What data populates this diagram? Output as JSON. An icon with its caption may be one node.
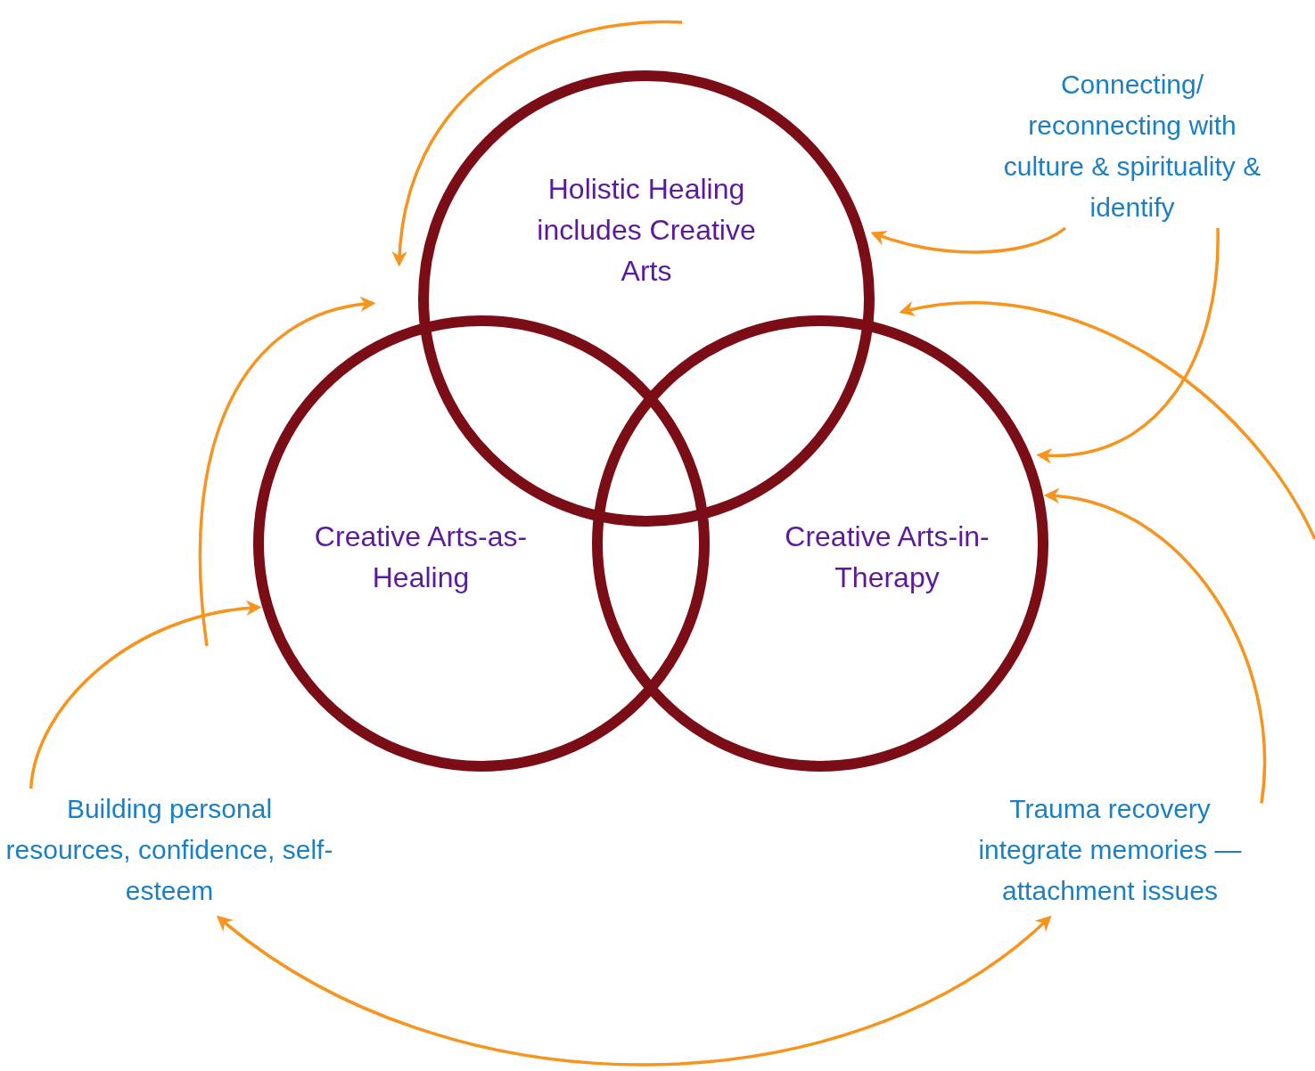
{
  "diagram": {
    "nodes": [
      {
        "text": [
          "Holistic Healing includes Creative Arts"
        ]
      },
      {
        "text": [
          "Creative Arts-as-Healing"
        ]
      },
      {
        "text": [
          "Creative Arts-in-Therapy"
        ]
      },
      {
        "text": [
          "Connecting/ reconnecting with culture & spirituality & identify"
        ]
      },
      {
        "text": [
          "Building personal resources, confidence, self-esteem"
        ]
      },
      {
        "text": [
          "Trauma recovery integrate memories — attachment issues"
        ]
      }
    ],
    "edges": [
      {
        "from": null,
        "to": 0,
        "arrow": "to"
      },
      {
        "from": 3,
        "to": 0,
        "arrow": "to"
      },
      {
        "from": 3,
        "to": 2,
        "arrow": "to"
      },
      {
        "from": null,
        "to": 0,
        "arrow": "to"
      },
      {
        "from": 5,
        "to": 2,
        "arrow": "to"
      },
      {
        "from": 4,
        "to": 1,
        "arrow": "to"
      },
      {
        "from": null,
        "to": 0,
        "arrow": "to"
      },
      {
        "from": 4,
        "to": 5,
        "arrow": "both"
      }
    ]
  }
}
